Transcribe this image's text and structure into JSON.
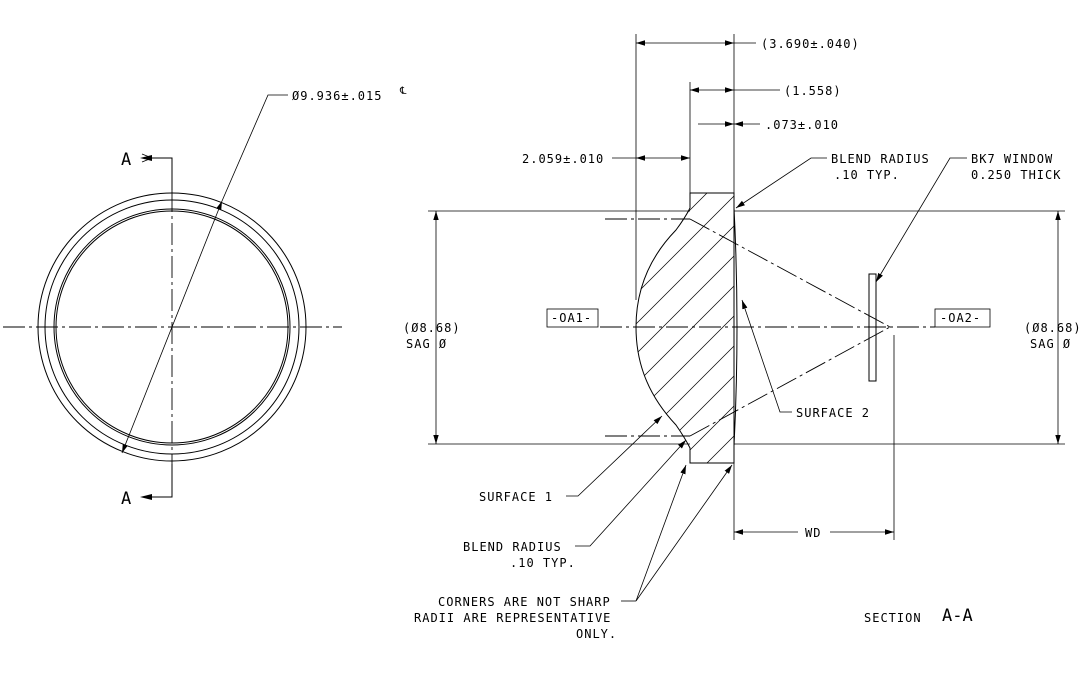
{
  "front_view": {
    "diameter_callout": "Ø9.936±.015",
    "diameter_suffix": "℄",
    "section_label_top": "A",
    "section_label_bottom": "A"
  },
  "section_view": {
    "overall_length": "(3.690±.040)",
    "flange_length": "(1.558)",
    "flange_thickness": ".073±.010",
    "lens_thickness": "2.059±.010",
    "blend_radius_right_line1": "BLEND RADIUS",
    "blend_radius_right_line2": ".10 TYP.",
    "window_line1": "BK7 WINDOW",
    "window_line2": "0.250 THICK",
    "datum_left": "-OA1-",
    "datum_right": "-OA2-",
    "sag_dia_left": "(Ø8.68)",
    "sag_left": "SAG Ø",
    "sag_dia_right": "(Ø8.68)",
    "sag_right": "SAG Ø",
    "surface_2": "SURFACE 2",
    "surface_1": "SURFACE 1",
    "wd": "WD",
    "blend_radius_left_line1": "BLEND  RADIUS",
    "blend_radius_left_line2": ".10 TYP.",
    "corners_line1": "CORNERS ARE NOT SHARP",
    "corners_line2": "RADII ARE REPRESENTATIVE",
    "corners_line3": "ONLY.",
    "section_word": "SECTION",
    "section_id": "A-A"
  }
}
